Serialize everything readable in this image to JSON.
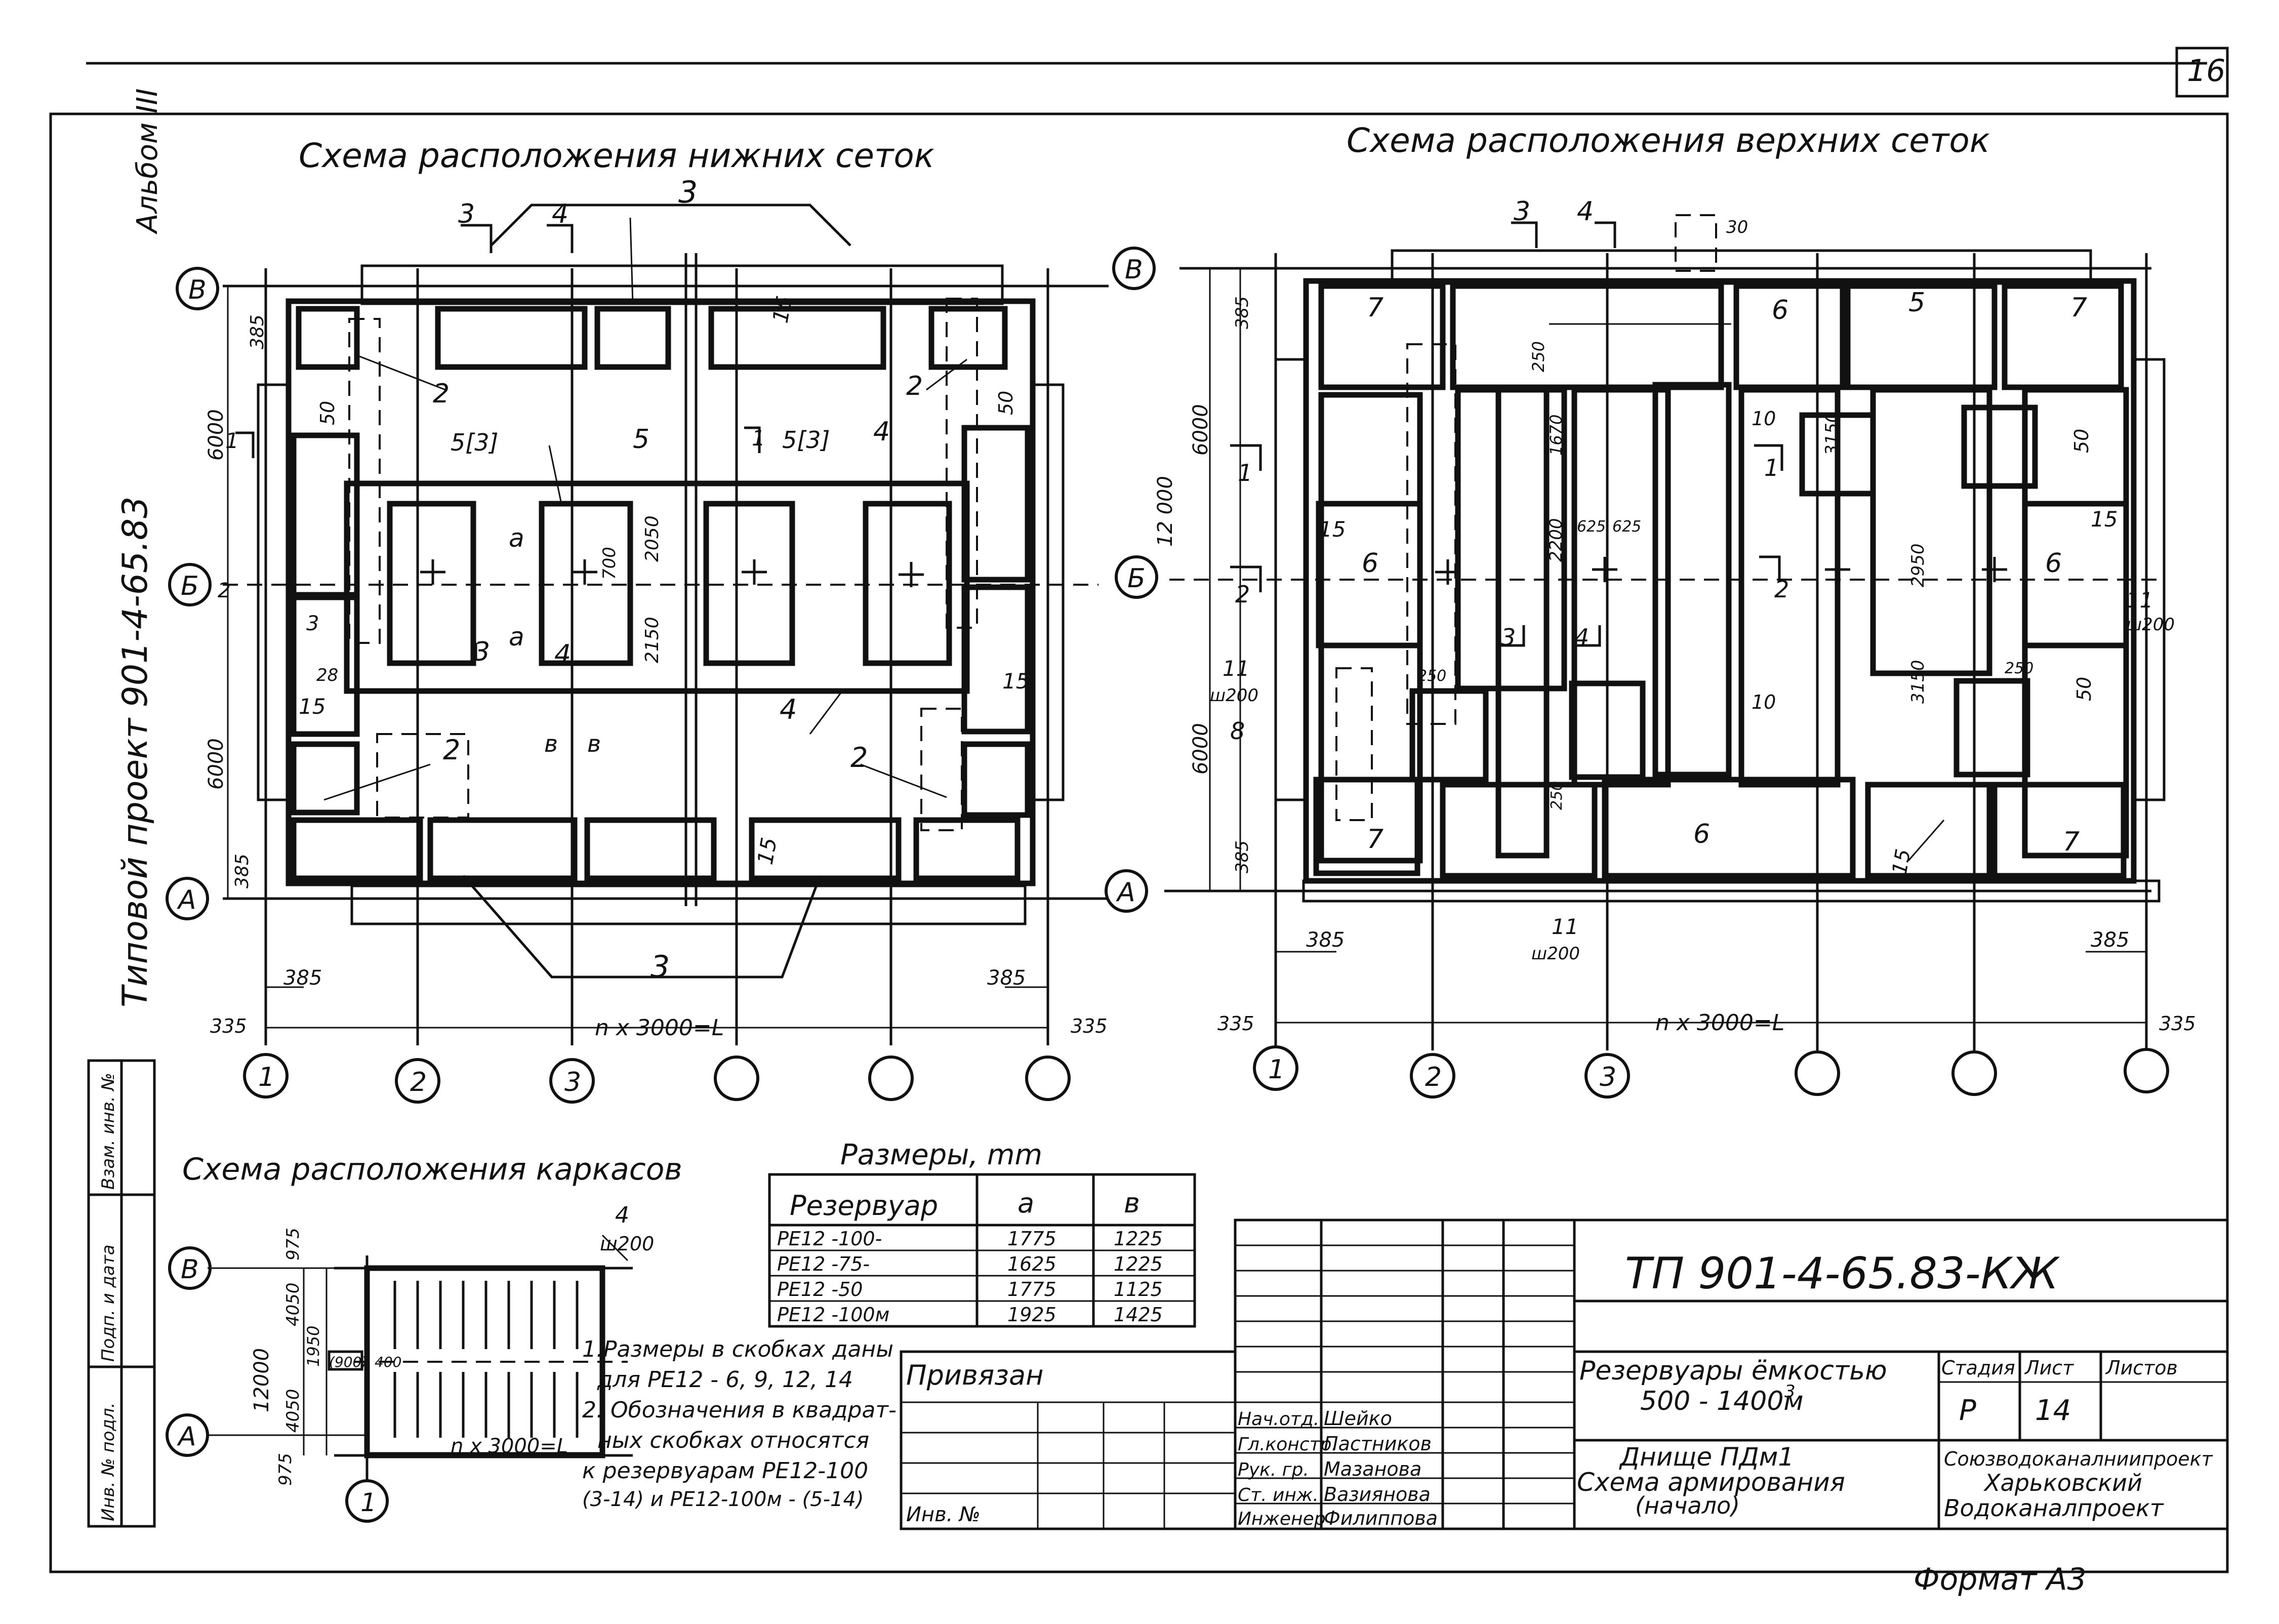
{
  "sheet": {
    "sheet_number": "16",
    "album": "Альбом III",
    "project": "Типовой проект 901-4-65.83",
    "format": "Формат А3"
  },
  "left_plan": {
    "title": "Схема расположения нижних сеток",
    "axes_rows": [
      "В",
      "Б",
      "А"
    ],
    "axes_cols": [
      "1",
      "2",
      "3",
      "",
      "",
      ""
    ],
    "span_label": "n x 3000=L",
    "dims": {
      "end_offset": "335",
      "edge": "385",
      "bay": "6000",
      "edge_v": "385",
      "half_a": "2050",
      "half_b": "2150",
      "gap": "700",
      "b_label": "в"
    },
    "marks": [
      "3",
      "4",
      "3",
      "15",
      "2",
      "2",
      "50",
      "50",
      "5[3]",
      "5",
      "5[3]",
      "4",
      "1",
      "1",
      "a",
      "a",
      "3",
      "4",
      "15",
      "4",
      "15",
      "2",
      "2",
      "3",
      "15",
      "28",
      "в",
      "в",
      "2",
      "2",
      "3",
      "15"
    ]
  },
  "right_plan": {
    "title": "Схема расположения верхних сеток",
    "axes_rows": [
      "В",
      "Б",
      "А"
    ],
    "axes_cols": [
      "1",
      "2",
      "3",
      "",
      "",
      ""
    ],
    "span_label": "n x 3000=L",
    "dims": {
      "end_offset": "335",
      "edge": "385",
      "bay": "6000",
      "total": "12 000",
      "edge_v": "385",
      "s2200": "2200",
      "s1670": "1670",
      "s625a": "625",
      "s625b": "625",
      "s3150a": "3150",
      "s2950": "2950",
      "s3150b": "3150",
      "s250a": "250",
      "s250b": "250",
      "s250c": "250",
      "s250d": "250",
      "s30": "30"
    },
    "marks": [
      "3",
      "4",
      "7",
      "6",
      "5",
      "7",
      "1",
      "1",
      "6",
      "6",
      "15",
      "15",
      "11",
      "ш200",
      "2",
      "2",
      "3",
      "4",
      "10",
      "10",
      "11",
      "ш200",
      "8",
      "50",
      "50",
      "7",
      "6",
      "7",
      "15",
      "11",
      "ш200"
    ]
  },
  "frames_scheme": {
    "title": "Схема расположения каркасов",
    "axes_rows": [
      "В",
      "А"
    ],
    "axes_cols": [
      "1"
    ],
    "span_label": "n x 3000=L",
    "dims": {
      "total": "12000",
      "top": "975",
      "bottom": "975",
      "upper": "4050",
      "lower": "4050",
      "mid": "1950",
      "box": "(900)",
      "box2": "400"
    },
    "mark": "4",
    "mark_step": "ш200"
  },
  "sizes_table": {
    "title": "Размеры, mm",
    "headers": [
      "Резервуар",
      "a",
      "в"
    ],
    "rows": [
      [
        "РЕ12 -100-",
        "1775",
        "1225"
      ],
      [
        "РЕ12 -75-",
        "1625",
        "1225"
      ],
      [
        "РЕ12 -50",
        "1775",
        "1125"
      ],
      [
        "РЕ12 -100м",
        "1925",
        "1425"
      ]
    ]
  },
  "notes": [
    "1.Размеры в скобках даны",
    "для РЕ12 -  6, 9, 12, 14",
    "2. Обозначения в квадрат-",
    "ных скобках относятся",
    "к резервуарам РЕ12-100",
    "(3-14) и РЕ12-100м - (5-14)"
  ],
  "stamp": {
    "code": "ТП 901-4-65.83-КЖ",
    "privyazan": "Привязан",
    "inv_label": "Инв. №",
    "object_line1": "Резервуары ёмкостью",
    "object_line2": "500 - 1400м",
    "object_sup": "3",
    "drawing_line1": "Днище ПДм1",
    "drawing_line2": "Схема армирования",
    "drawing_line3": "(начало)",
    "stage_label": "Стадия",
    "sheet_label": "Лист",
    "sheets_label": "Листов",
    "stage": "Р",
    "sheet": "14",
    "sheets": "",
    "org_line1": "Союзводоканалниипроект",
    "org_line2": "Харьковский",
    "org_line3": "Водоканалпроект",
    "roles": [
      "Нач.отд.",
      "Гл.констр.",
      "Рук. гр.",
      "Ст. инж.",
      "Инженер"
    ],
    "names": [
      "Шейко",
      "Пастников",
      "Мазанова",
      "Вазиянова",
      "Филиппова"
    ]
  },
  "side_strip": [
    "Инв. № подл.",
    "Подп. и дата",
    "Взам. инв. №"
  ]
}
